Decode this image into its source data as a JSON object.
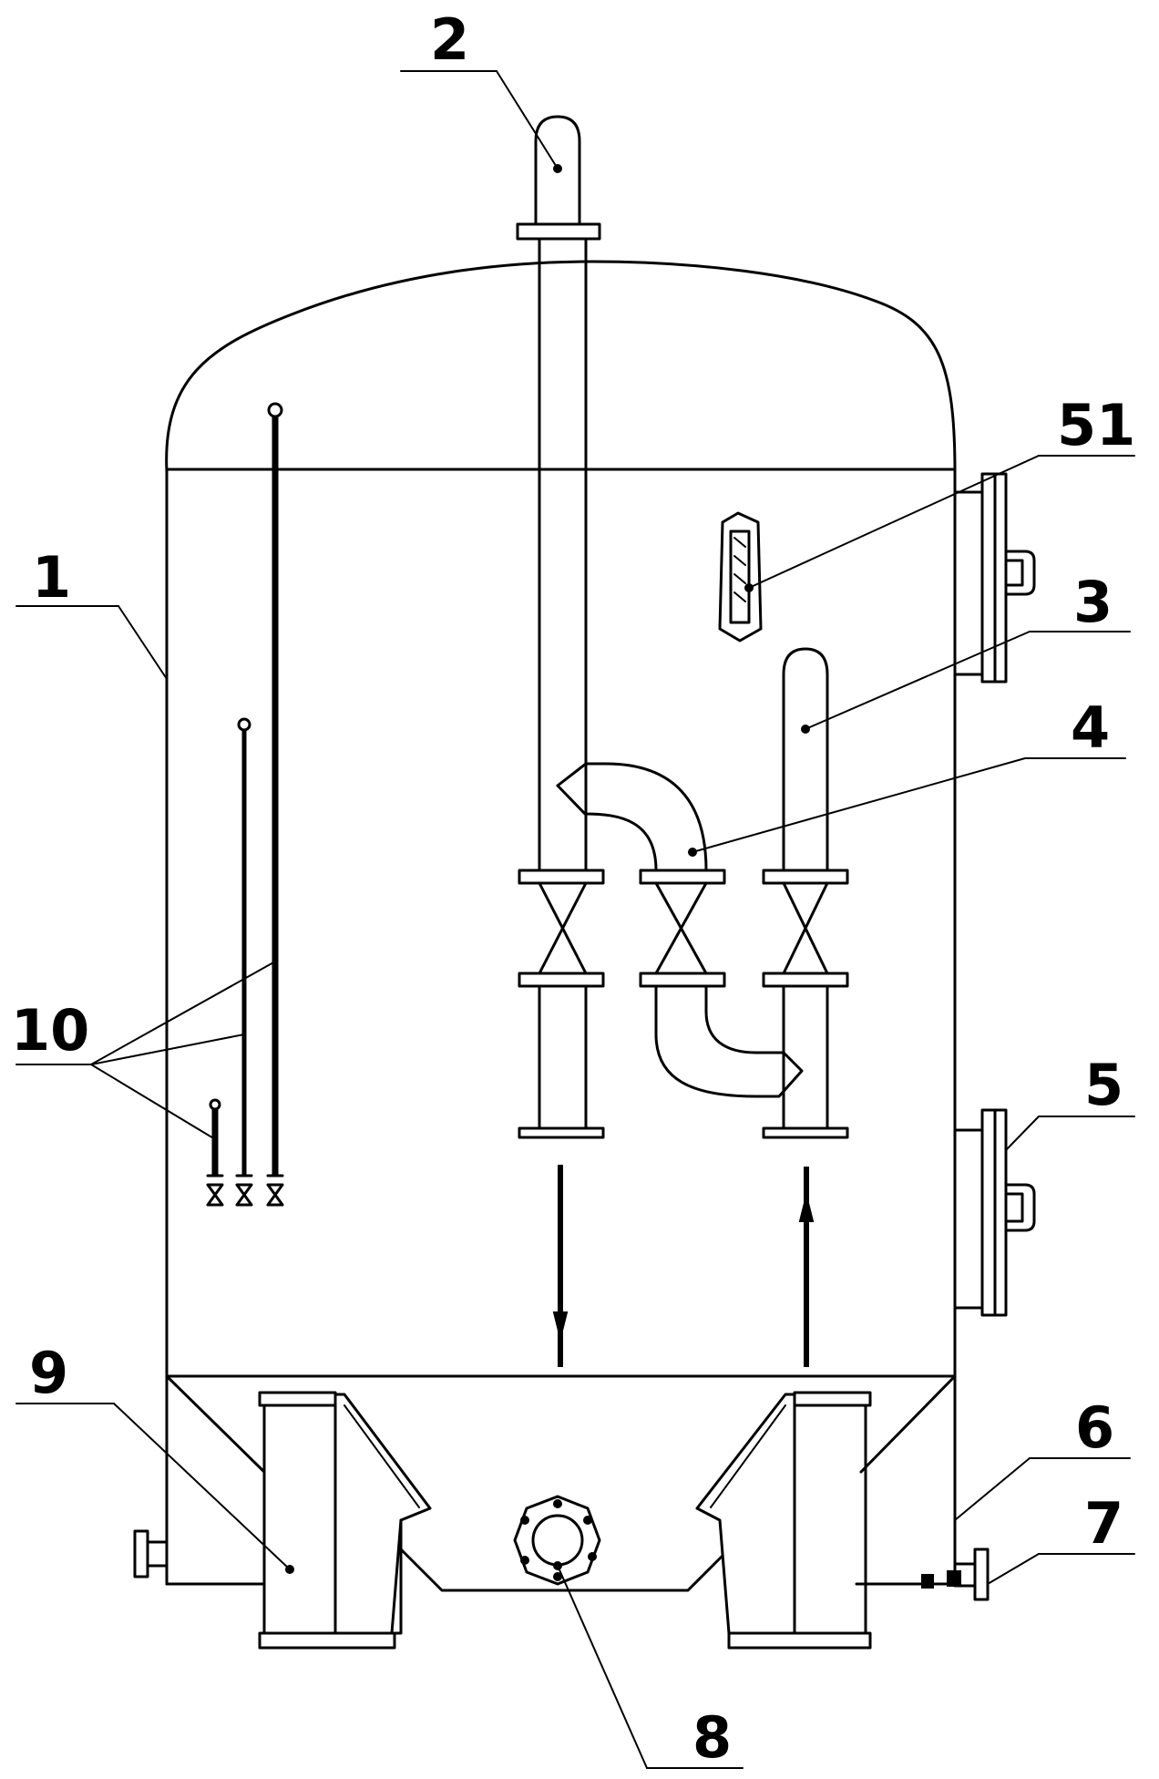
{
  "labels": [
    {
      "id": "1",
      "text": "1"
    },
    {
      "id": "2",
      "text": "2"
    },
    {
      "id": "3",
      "text": "3"
    },
    {
      "id": "4",
      "text": "4"
    },
    {
      "id": "5",
      "text": "5"
    },
    {
      "id": "6",
      "text": "6"
    },
    {
      "id": "7",
      "text": "7"
    },
    {
      "id": "8",
      "text": "8"
    },
    {
      "id": "9",
      "text": "9"
    },
    {
      "id": "10",
      "text": "10"
    },
    {
      "id": "51",
      "text": "51"
    }
  ]
}
